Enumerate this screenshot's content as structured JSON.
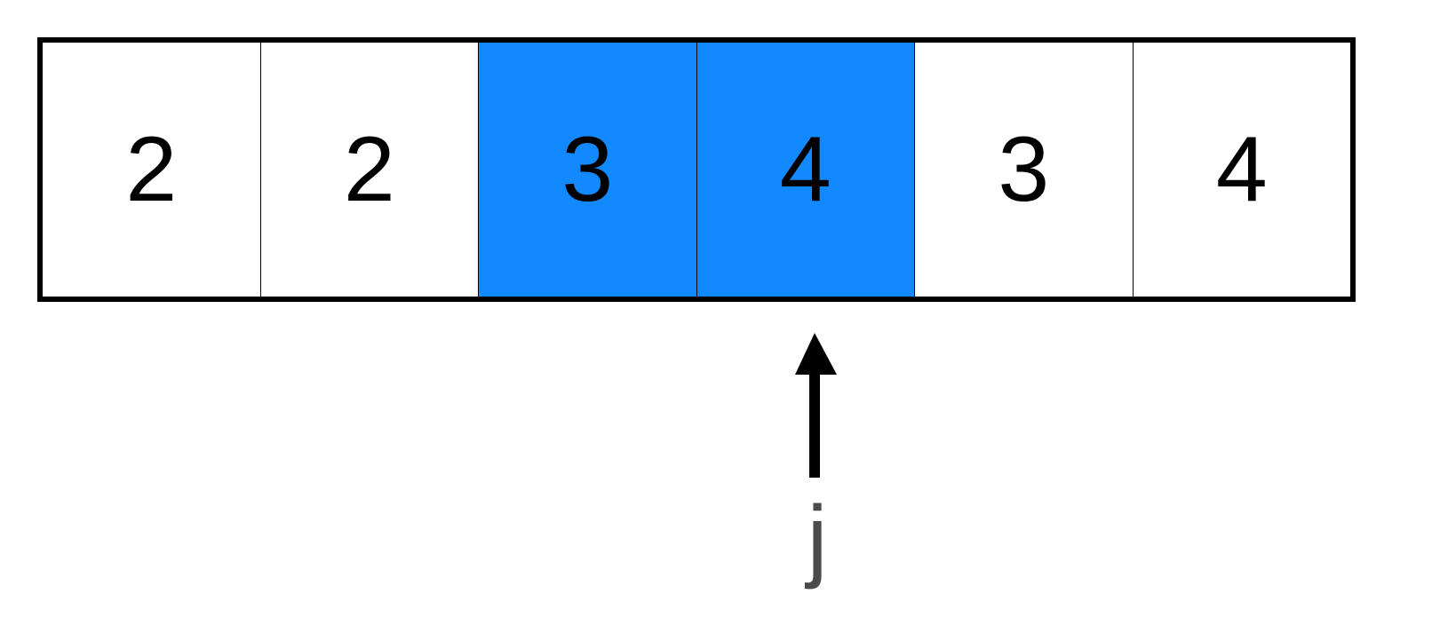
{
  "array": {
    "cells": [
      {
        "value": "2",
        "highlighted": false
      },
      {
        "value": "2",
        "highlighted": false
      },
      {
        "value": "3",
        "highlighted": true
      },
      {
        "value": "4",
        "highlighted": true
      },
      {
        "value": "3",
        "highlighted": false
      },
      {
        "value": "4",
        "highlighted": false
      }
    ],
    "highlight_color": "#1389ff"
  },
  "pointer": {
    "label": "j",
    "target_index": 3,
    "icon": "arrow-up-icon"
  }
}
